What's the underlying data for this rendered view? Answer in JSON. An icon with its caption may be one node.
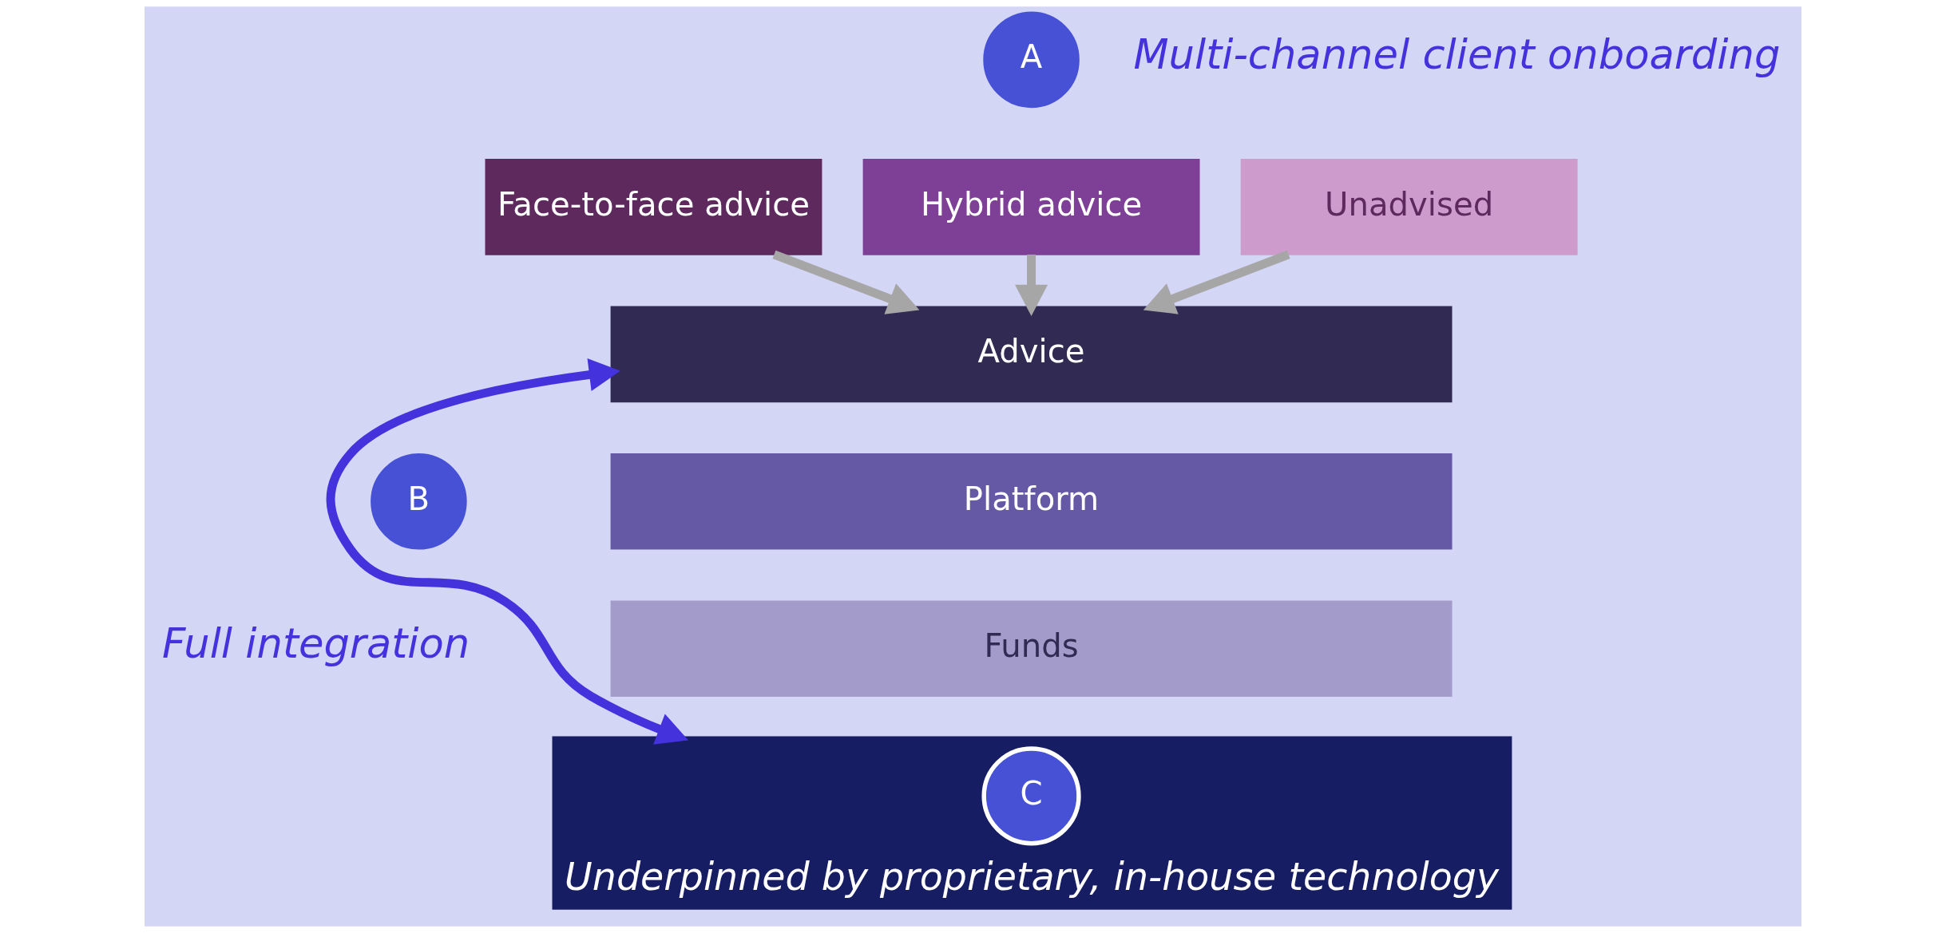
{
  "diagram": {
    "nodes": [
      {
        "text": [
          "A"
        ],
        "beside": [
          "Multi-channel client onboarding"
        ]
      },
      {
        "text": [
          "Face-to-face advice"
        ]
      },
      {
        "text": [
          "Hybrid advice"
        ]
      },
      {
        "text": [
          "Unadvised"
        ]
      },
      {
        "text": [
          "Advice"
        ]
      },
      {
        "text": [
          "Platform"
        ]
      },
      {
        "text": [
          "Funds"
        ]
      },
      {
        "text": [
          "B"
        ],
        "beside": [
          "Full integration"
        ]
      },
      {
        "text": [
          "Underpinned by proprietary, in-house technology"
        ]
      },
      {
        "text": [
          "C"
        ],
        "in": 8
      }
    ],
    "edges": [
      {
        "from": 1,
        "to": 4,
        "arrow": "to"
      },
      {
        "from": 2,
        "to": 4,
        "arrow": "to"
      },
      {
        "from": 3,
        "to": 4,
        "arrow": "to"
      },
      {
        "from": 4,
        "to": 8,
        "arrow": "both",
        "color": "#4433dd"
      }
    ]
  }
}
